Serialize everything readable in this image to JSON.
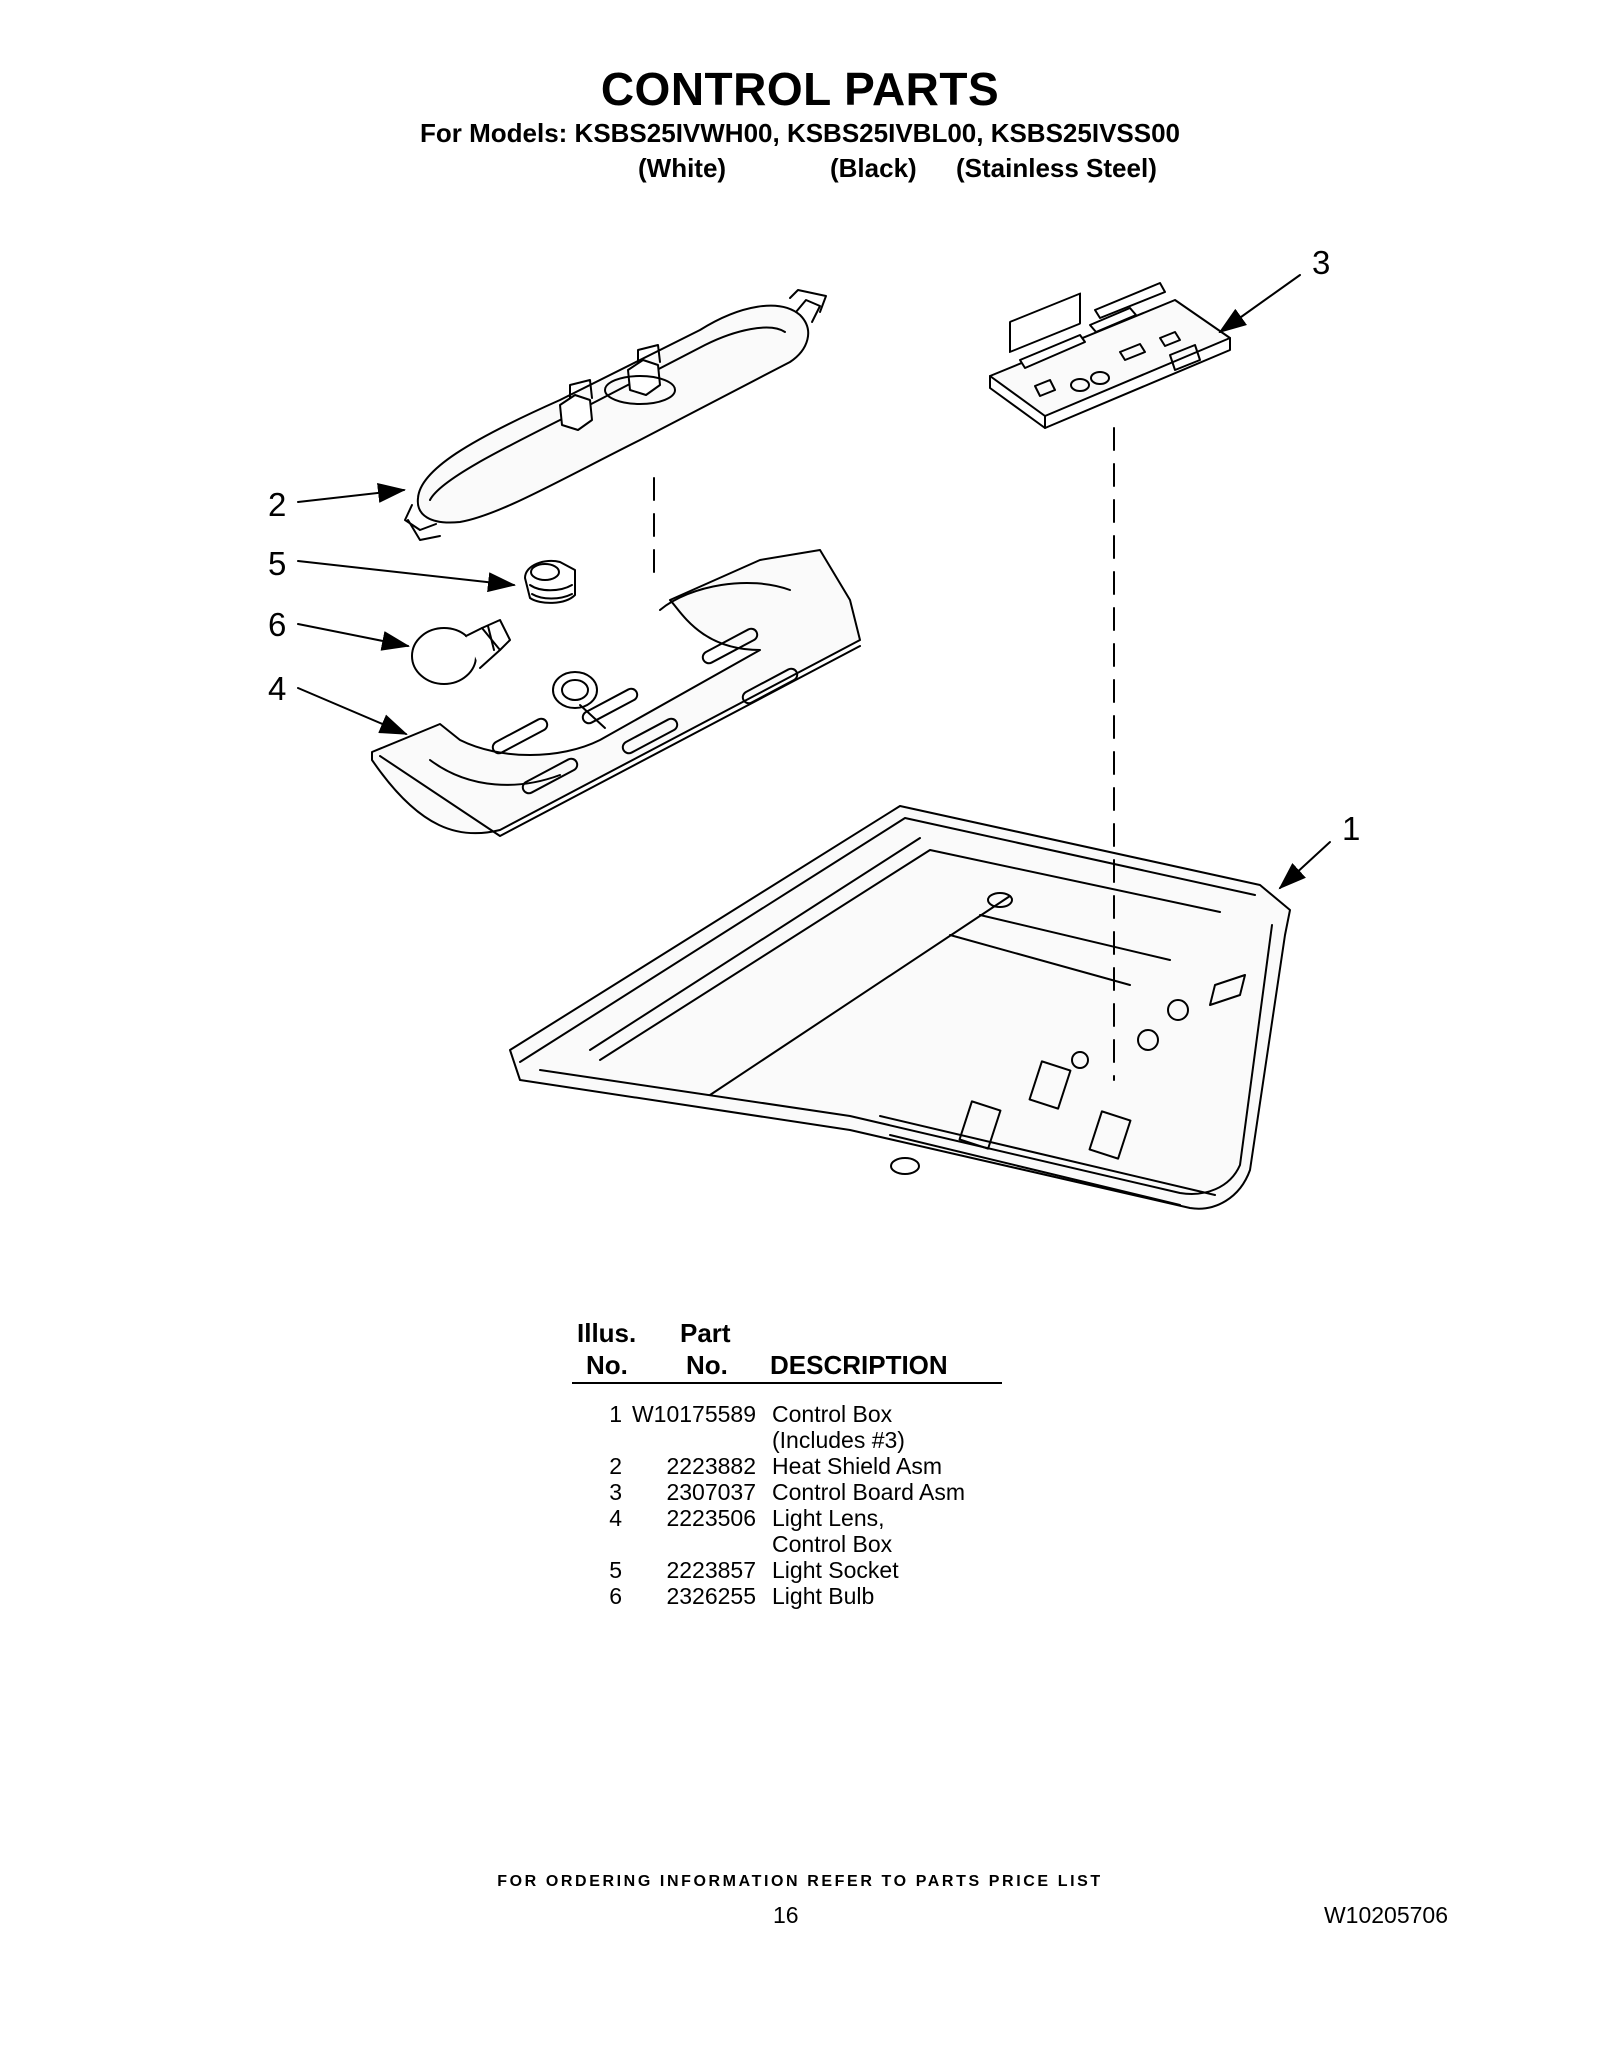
{
  "header": {
    "title": "CONTROL PARTS",
    "models": "For Models: KSBS25IVWH00, KSBS25IVBL00, KSBS25IVSS00",
    "colors": [
      "(White)",
      "(Black)",
      "(Stainless Steel)"
    ]
  },
  "callouts": [
    "1",
    "2",
    "3",
    "4",
    "5",
    "6"
  ],
  "table": {
    "headers": {
      "illus_line1": "Illus.",
      "illus_line2": "No.",
      "part_line1": "Part",
      "part_line2": "No.",
      "description": "DESCRIPTION"
    },
    "rows": [
      {
        "illus": "1",
        "part": "W10175589",
        "desc": "Control Box",
        "desc2": "(Includes #3)"
      },
      {
        "illus": "2",
        "part": "2223882",
        "desc": "Heat Shield Asm",
        "desc2": ""
      },
      {
        "illus": "3",
        "part": "2307037",
        "desc": "Control Board Asm",
        "desc2": ""
      },
      {
        "illus": "4",
        "part": "2223506",
        "desc": "Light Lens,",
        "desc2": "Control Box"
      },
      {
        "illus": "5",
        "part": "2223857",
        "desc": "Light Socket",
        "desc2": ""
      },
      {
        "illus": "6",
        "part": "2326255",
        "desc": "Light Bulb",
        "desc2": ""
      }
    ]
  },
  "footer": {
    "note": "FOR ORDERING INFORMATION REFER TO PARTS PRICE LIST",
    "page": "16",
    "doc_number": "W10205706"
  }
}
